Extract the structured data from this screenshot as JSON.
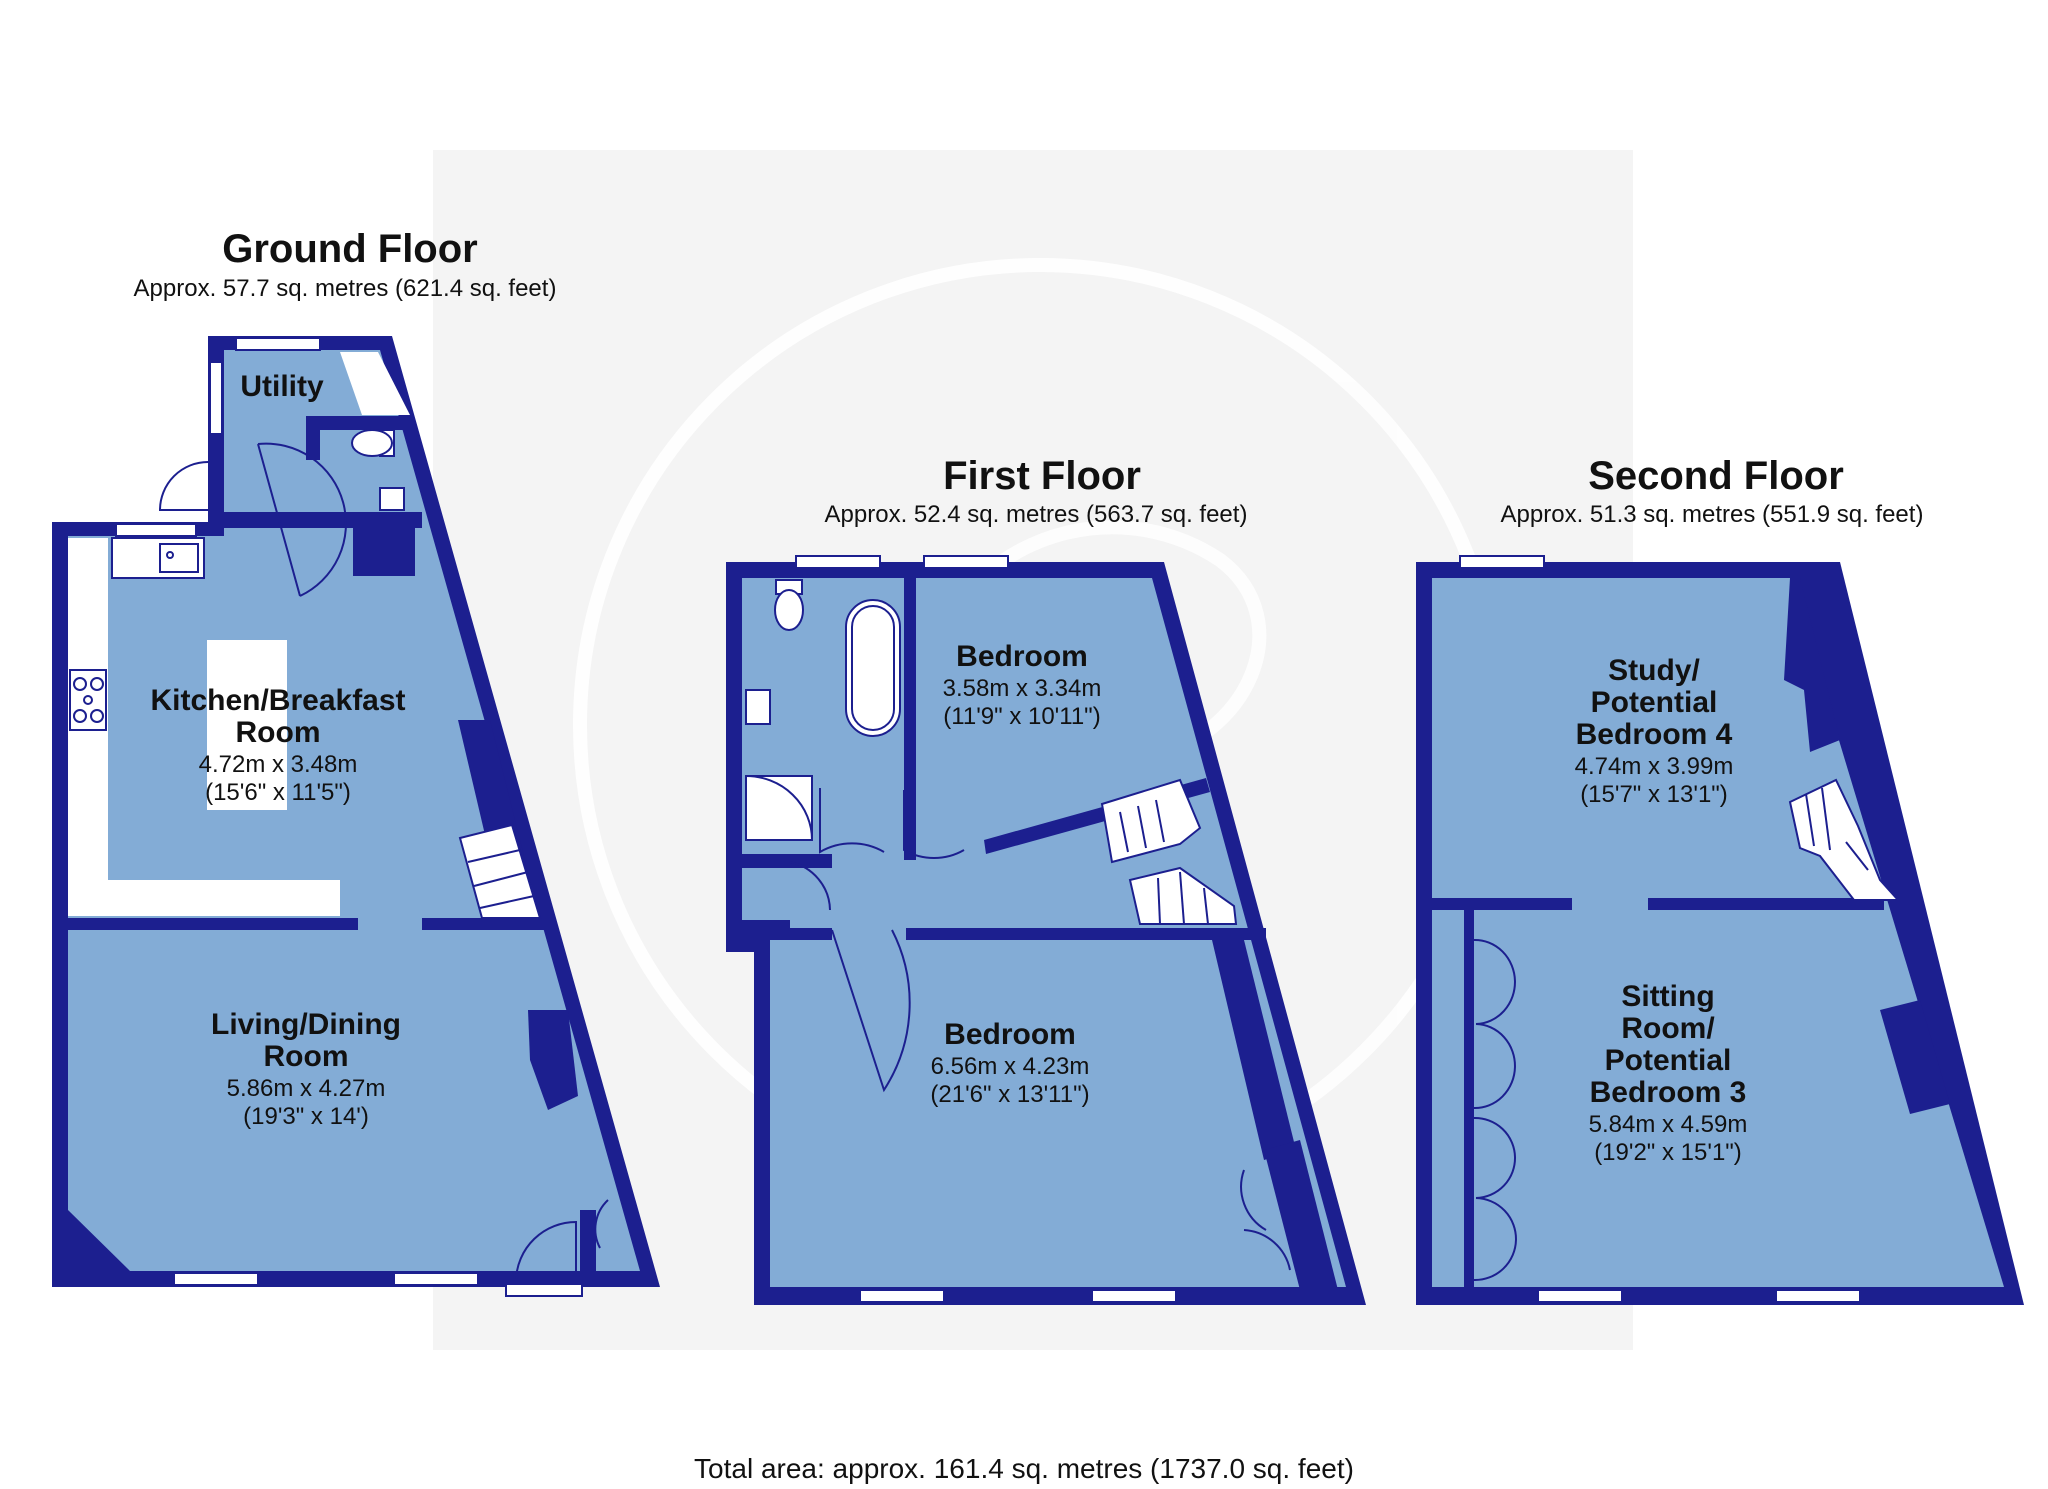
{
  "floors": [
    {
      "title": "Ground Floor",
      "area": "Approx. 57.7 sq. metres (621.4 sq. feet)"
    },
    {
      "title": "First Floor",
      "area": "Approx. 52.4 sq. metres (563.7 sq. feet)"
    },
    {
      "title": "Second Floor",
      "area": "Approx. 51.3 sq. metres (551.9 sq. feet)"
    }
  ],
  "rooms": {
    "utility": {
      "name": "Utility"
    },
    "kitchen": {
      "name_1": "Kitchen/Breakfast",
      "name_2": "Room",
      "metric": "4.72m x 3.48m",
      "imperial": "(15'6\" x 11'5\")"
    },
    "living": {
      "name_1": "Living/Dining",
      "name_2": "Room",
      "metric": "5.86m x 4.27m",
      "imperial": "(19'3\" x 14')"
    },
    "bedroom_small": {
      "name": "Bedroom",
      "metric": "3.58m x 3.34m",
      "imperial": "(11'9\" x 10'11\")"
    },
    "bedroom_large": {
      "name": "Bedroom",
      "metric": "6.56m x 4.23m",
      "imperial": "(21'6\" x 13'11\")"
    },
    "study": {
      "name_1": "Study/",
      "name_2": "Potential",
      "name_3": "Bedroom 4",
      "metric": "4.74m x 3.99m",
      "imperial": "(15'7\" x 13'1\")"
    },
    "sitting": {
      "name_1": "Sitting",
      "name_2": "Room/",
      "name_3": "Potential",
      "name_4": "Bedroom 3",
      "metric": "5.84m x 4.59m",
      "imperial": "(19'2\" x 15'1\")"
    }
  },
  "total_area": "Total area: approx. 161.4 sq. metres (1737.0 sq. feet)",
  "colors": {
    "wall": "#1c1f8f",
    "floor": "#83acd6",
    "watermark_bg": "#f4f4f4"
  }
}
